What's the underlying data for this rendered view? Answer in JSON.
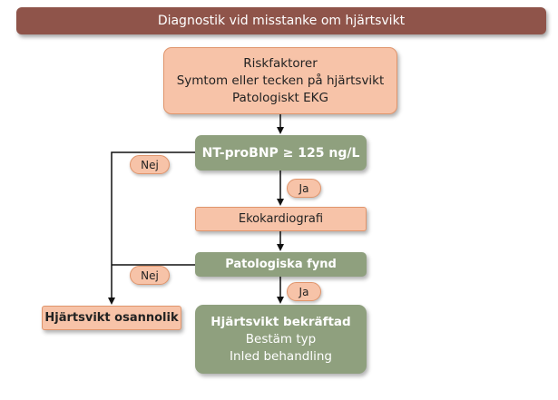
{
  "title": "Diagnostik vid misstanke om hjärtsvikt",
  "risk_box": {
    "line1": "Riskfaktorer",
    "line2": "Symtom eller tecken på hjärtsvikt",
    "line3": "Patologiskt EKG"
  },
  "ntprobnp": "NT-proBNP ≥ 125 ng/L",
  "ekokardiografi": "Ekokardiografi",
  "patologiska_fynd": "Patologiska fynd",
  "bekraftad": {
    "line1": "Hjärtsvikt bekräftad",
    "line2": "Bestäm typ",
    "line3": "Inled behandling"
  },
  "osannolik": "Hjärtsvikt osannolik",
  "labels": {
    "nej_1": "Nej",
    "ja_1": "Ja",
    "nej_2": "Nej",
    "ja_2": "Ja"
  },
  "colors": {
    "title_bar": "#8f544a",
    "salmon_fill": "#f7c3a8",
    "salmon_border": "#e0956c",
    "green_fill": "#8fa07e",
    "connector": "#111111"
  }
}
